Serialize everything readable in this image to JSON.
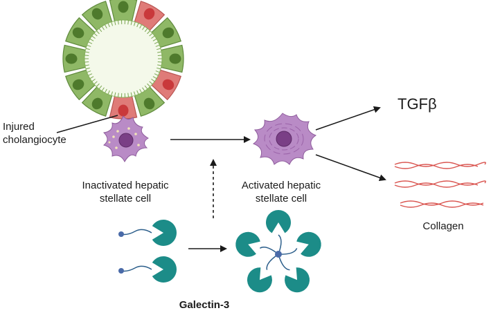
{
  "labels": {
    "injured_line1": "Injured",
    "injured_line2": "cholangiocyte",
    "inactivated_line1": "Inactivated hepatic",
    "inactivated_line2": "stellate cell",
    "activated_line1": "Activated hepatic",
    "activated_line2": "stellate cell",
    "tgfb": "TGFβ",
    "collagen": "Collagen",
    "galectin": "Galectin-3"
  },
  "colors": {
    "healthy_cell": "#8fb866",
    "healthy_nucleus": "#4e7a2c",
    "injured_cell": "#df7b78",
    "injured_nucleus": "#c9393b",
    "stellate_cell": "#b98bc6",
    "stellate_nucleus": "#7a3f86",
    "galectin": "#1c8c88",
    "collagen": "#d9544f"
  }
}
